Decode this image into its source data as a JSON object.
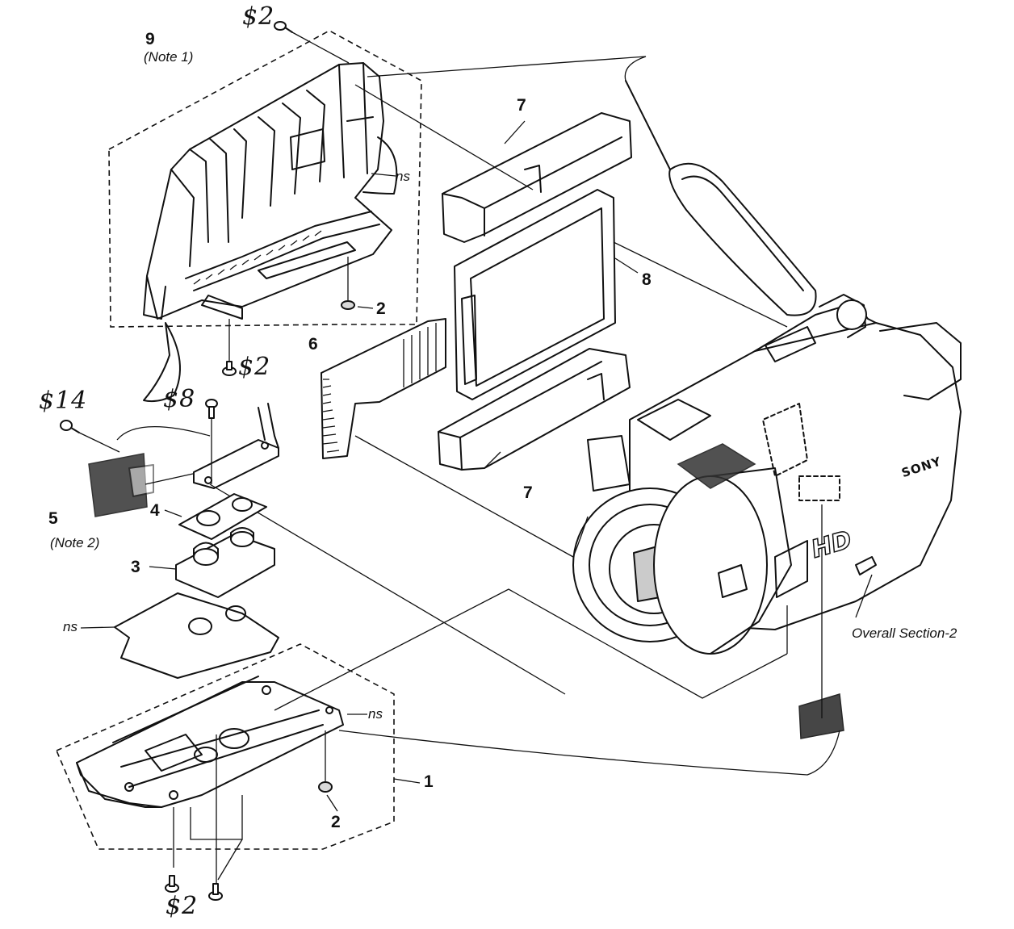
{
  "labels": {
    "callout_1": "1",
    "callout_2_top": "2",
    "callout_2_bottom": "2",
    "callout_3": "3",
    "callout_4": "4",
    "callout_5": "5",
    "callout_6": "6",
    "callout_7_top": "7",
    "callout_7_bottom": "7",
    "callout_8": "8",
    "callout_9": "9",
    "note_1": "(Note 1)",
    "note_2": "(Note 2)",
    "ns_top": "ns",
    "ns_middle": "ns",
    "ns_bottom": "ns",
    "overall_section": "Overall Section-2",
    "screw_s2_top": "$2",
    "screw_s2_mid": "$2",
    "screw_s2_bottom": "$2",
    "screw_s14": "$14",
    "screw_s8": "$8"
  },
  "product_markings": {
    "brand": "SONY",
    "badge": "HD"
  }
}
